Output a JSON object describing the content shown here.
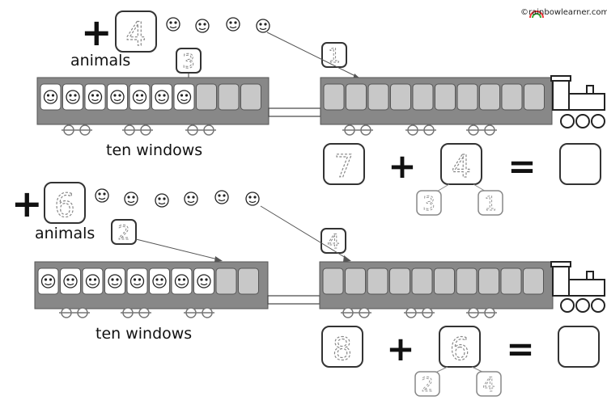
{
  "credit": "©rainbowlearner.com",
  "row1": {
    "plus_sign": "+",
    "add_digit": "4",
    "animals_label": "animals",
    "split_first": "3",
    "split_second": "1",
    "windows_label": "ten windows",
    "filled_windows": 7,
    "equation": {
      "left": "7",
      "plus": "+",
      "add": "4",
      "split_a": "3",
      "split_b": "1",
      "equals": "=",
      "answer": ""
    }
  },
  "row2": {
    "plus_sign": "+",
    "add_digit": "6",
    "animals_label": "animals",
    "split_first": "2",
    "split_second": "4",
    "windows_label": "ten windows",
    "filled_windows": 8,
    "equation": {
      "left": "8",
      "plus": "+",
      "add": "6",
      "split_a": "2",
      "split_b": "4",
      "equals": "=",
      "answer": ""
    }
  },
  "colors": {
    "car_body": "#888888",
    "window": "#c8c8c8",
    "trace_digit": "#999999",
    "outline": "#333333"
  }
}
